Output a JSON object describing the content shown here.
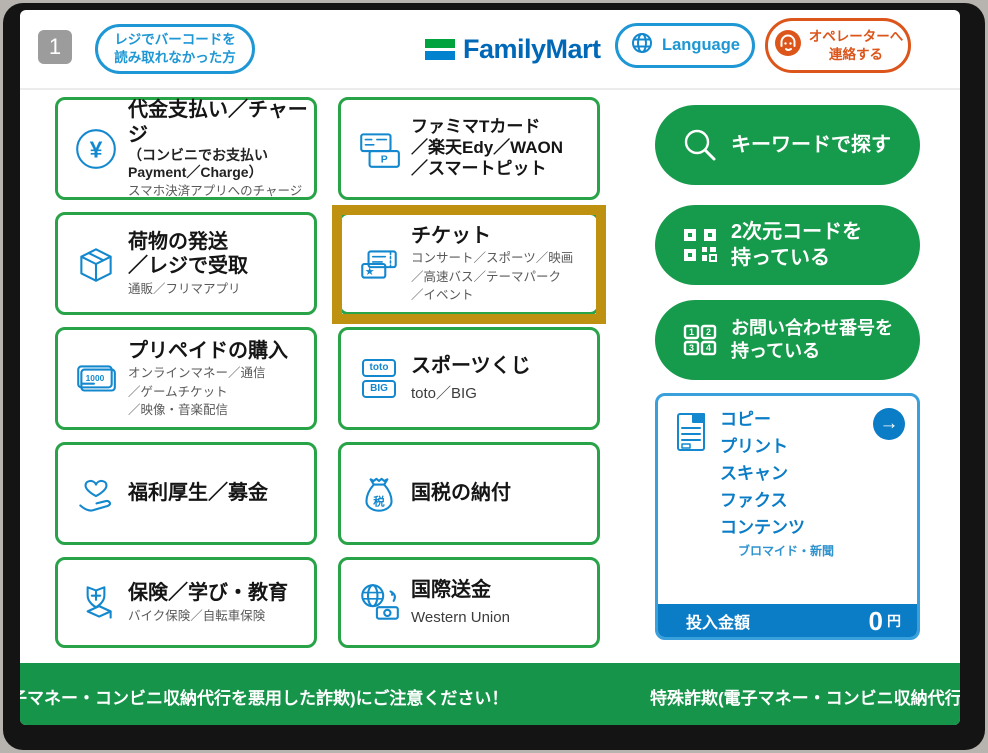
{
  "frame": {
    "step_badge": "1"
  },
  "colors": {
    "green": "#169A4B",
    "brand_blue": "#0068B7",
    "icon_blue": "#1488CE",
    "panel_blue": "#0B7CC6",
    "orange": "#DC551B",
    "highlight": "#BE9210"
  },
  "header": {
    "barcode_button": {
      "line1": "レジでバーコードを",
      "line2": "読み取れなかった方"
    },
    "logo_text": "FamilyMart",
    "language_label": "Language",
    "operator_button": {
      "line1": "オペレーターへ",
      "line2": "連絡する"
    }
  },
  "menu_left": [
    {
      "title": "代金支払い／チャージ",
      "sub1": "（コンビニでお支払い",
      "sub2": "Payment／Charge）",
      "note": "スマホ決済アプリへのチャージ"
    },
    {
      "title1": "荷物の発送",
      "title2": "／レジで受取",
      "note": "通販／フリマアプリ"
    },
    {
      "title": "プリペイドの購入",
      "note1": "オンラインマネー／通信",
      "note2": "／ゲームチケット",
      "note3": "／映像・音楽配信"
    },
    {
      "title": "福利厚生／募金"
    },
    {
      "title": "保険／学び・教育",
      "note": "バイク保険／自転車保険"
    }
  ],
  "menu_middle": [
    {
      "title1": "ファミマTカード",
      "title2": "／楽天Edy／WAON",
      "title3": "／スマートピット"
    },
    {
      "title": "チケット",
      "note1": "コンサート／スポーツ／映画",
      "note2": "／高速バス／テーマパーク",
      "note3": "／イベント"
    },
    {
      "title": "スポーツくじ",
      "note": "toto／BIG"
    },
    {
      "title": "国税の納付"
    },
    {
      "title": "国際送金",
      "note": "Western Union"
    }
  ],
  "right": {
    "search_label": "キーワードで探す",
    "qr_line1": "2次元コードを",
    "qr_line2": "持っている",
    "inquiry_line1": "お問い合わせ番号を",
    "inquiry_line2": "持っている",
    "copy_panel": {
      "services": [
        "コピー",
        "プリント",
        "スキャン",
        "ファクス",
        "コンテンツ"
      ],
      "services_note": "ブロマイド・新聞",
      "amount_label": "投入金額",
      "amount_value": "0",
      "amount_unit": "円"
    }
  },
  "marquee": {
    "text_left": "子マネー・コンビニ収納代行を悪用した詐欺)にご注意ください！",
    "text_right": "特殊詐欺(電子マネー・コンビニ収納代行を"
  },
  "icons": {
    "yen": "¥",
    "prepaid_value": "1000",
    "point_card": "P",
    "toto": "toto",
    "big": "BIG",
    "tax": "税",
    "arrow": "→",
    "numpad": [
      "1",
      "2",
      "3",
      "4"
    ]
  }
}
